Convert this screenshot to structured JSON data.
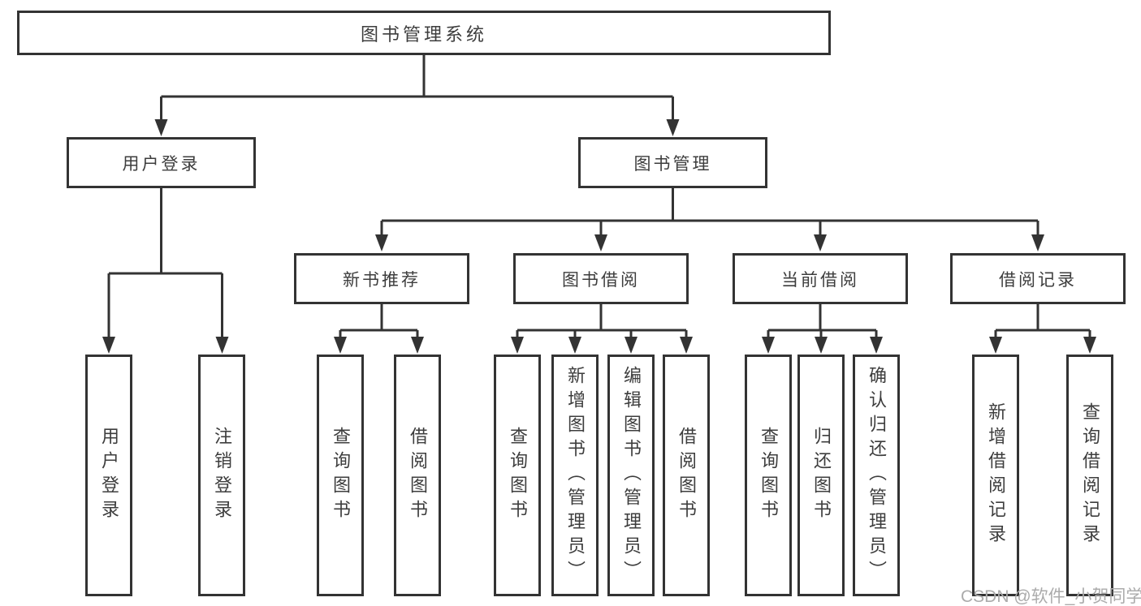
{
  "diagram": {
    "root": {
      "label": "图书管理系统",
      "children": [
        {
          "label": "用户登录",
          "children": [
            {
              "label": "用户登录"
            },
            {
              "label": "注销登录"
            }
          ]
        },
        {
          "label": "图书管理",
          "children": [
            {
              "label": "新书推荐",
              "children": [
                {
                  "label": "查询图书"
                },
                {
                  "label": "借阅图书"
                }
              ]
            },
            {
              "label": "图书借阅",
              "children": [
                {
                  "label": "查询图书"
                },
                {
                  "label": "新增图书（管理员）"
                },
                {
                  "label": "编辑图书（管理员）"
                },
                {
                  "label": "借阅图书"
                }
              ]
            },
            {
              "label": "当前借阅",
              "children": [
                {
                  "label": "查询图书"
                },
                {
                  "label": "归还图书"
                },
                {
                  "label": "确认归还（管理员）"
                }
              ]
            },
            {
              "label": "借阅记录",
              "children": [
                {
                  "label": "新增借阅记录"
                },
                {
                  "label": "查询借阅记录"
                }
              ]
            }
          ]
        }
      ]
    }
  },
  "watermark": {
    "text": "CSDN @软件_小贺同学"
  },
  "colors": {
    "line": "#333333",
    "text": "#3d3d3d",
    "box_background": "#ffffff",
    "page_background": "#ffffff",
    "watermark": "#ababab"
  }
}
